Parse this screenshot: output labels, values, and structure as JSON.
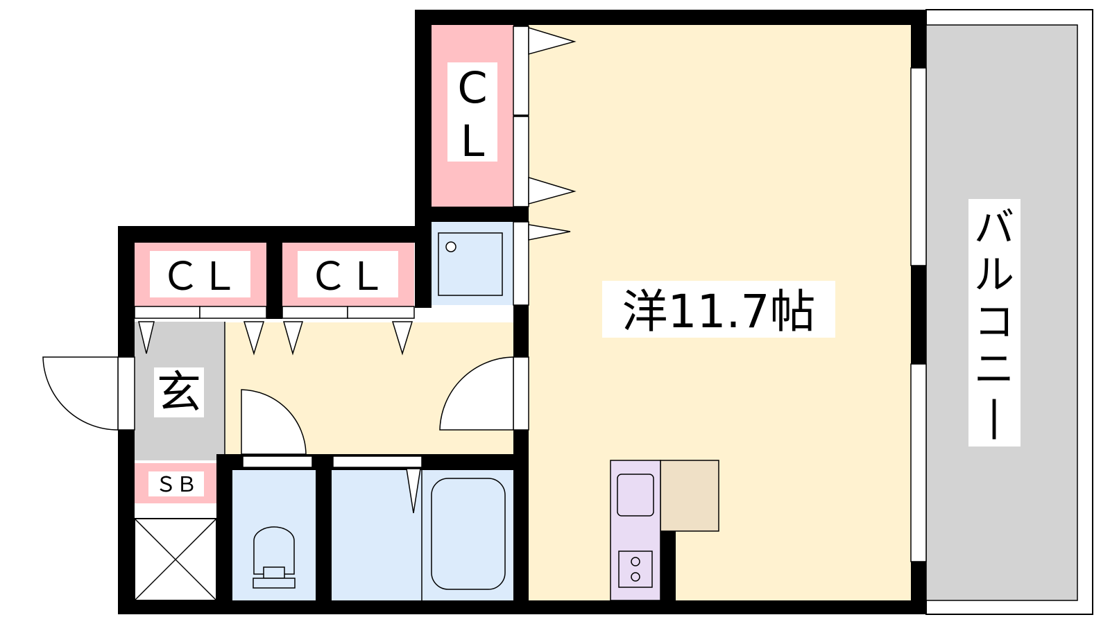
{
  "labels": {
    "closet_top": "C\nL",
    "closet_left": "ＣＬ",
    "closet_mid": "ＣＬ",
    "entrance": "玄",
    "shoe_box": "ＳＢ",
    "main_room": "洋11.7帖",
    "balcony": "バルコニー"
  },
  "colors": {
    "wall": "#000000",
    "room_floor": "#fff2d0",
    "closet": "#ffc0c4",
    "wet_area": "#dcebfb",
    "entrance_floor": "#d0d0d0",
    "balcony": "#d3d3d3",
    "kitchen": "#e9dcf4",
    "counter": "#efe0c6"
  }
}
